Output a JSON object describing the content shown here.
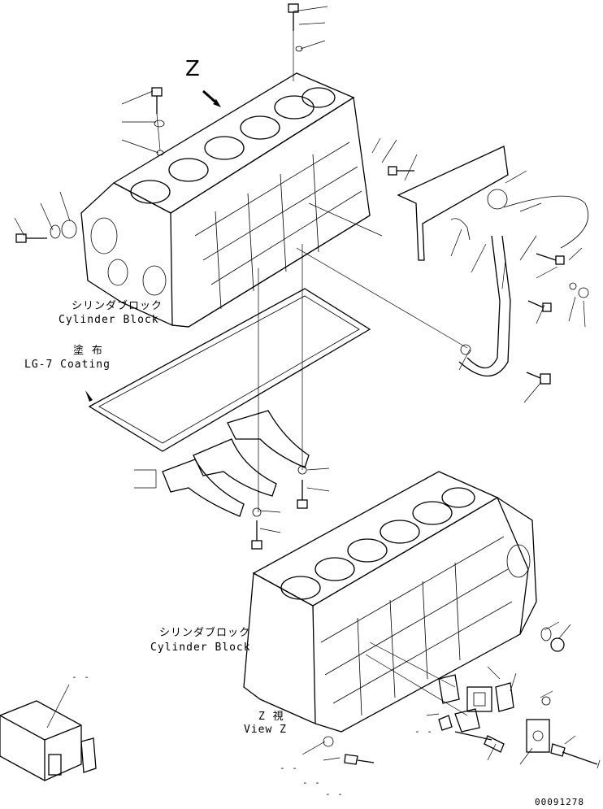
{
  "labels": {
    "view_letter": "Z",
    "upper_block_jp": "シリンダブロック",
    "upper_block_en": "Cylinder Block",
    "coating_jp": "塗 布",
    "coating_en": "LG-7 Coating",
    "lower_block_jp": "シリンダブロック",
    "lower_block_en": "Cylinder Block",
    "view_jp": "Z 視",
    "view_en": "View Z",
    "dash_tool": "- -",
    "dash_1": "- -",
    "dash_2": "- -",
    "dash_3": "- -",
    "dash_4": "- -",
    "part_number": "00091278"
  }
}
